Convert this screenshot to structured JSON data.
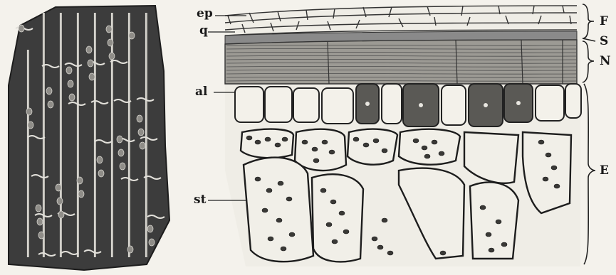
{
  "figure": {
    "left_panel": {
      "kind": "surface-view-epidermis"
    },
    "right_panel": {
      "kind": "cross-section",
      "labels_left": {
        "ep": "ep",
        "q": "q",
        "al": "al",
        "st": "st"
      },
      "labels_right": {
        "F": "F",
        "S": "S",
        "N": "N",
        "E": "E"
      }
    }
  }
}
